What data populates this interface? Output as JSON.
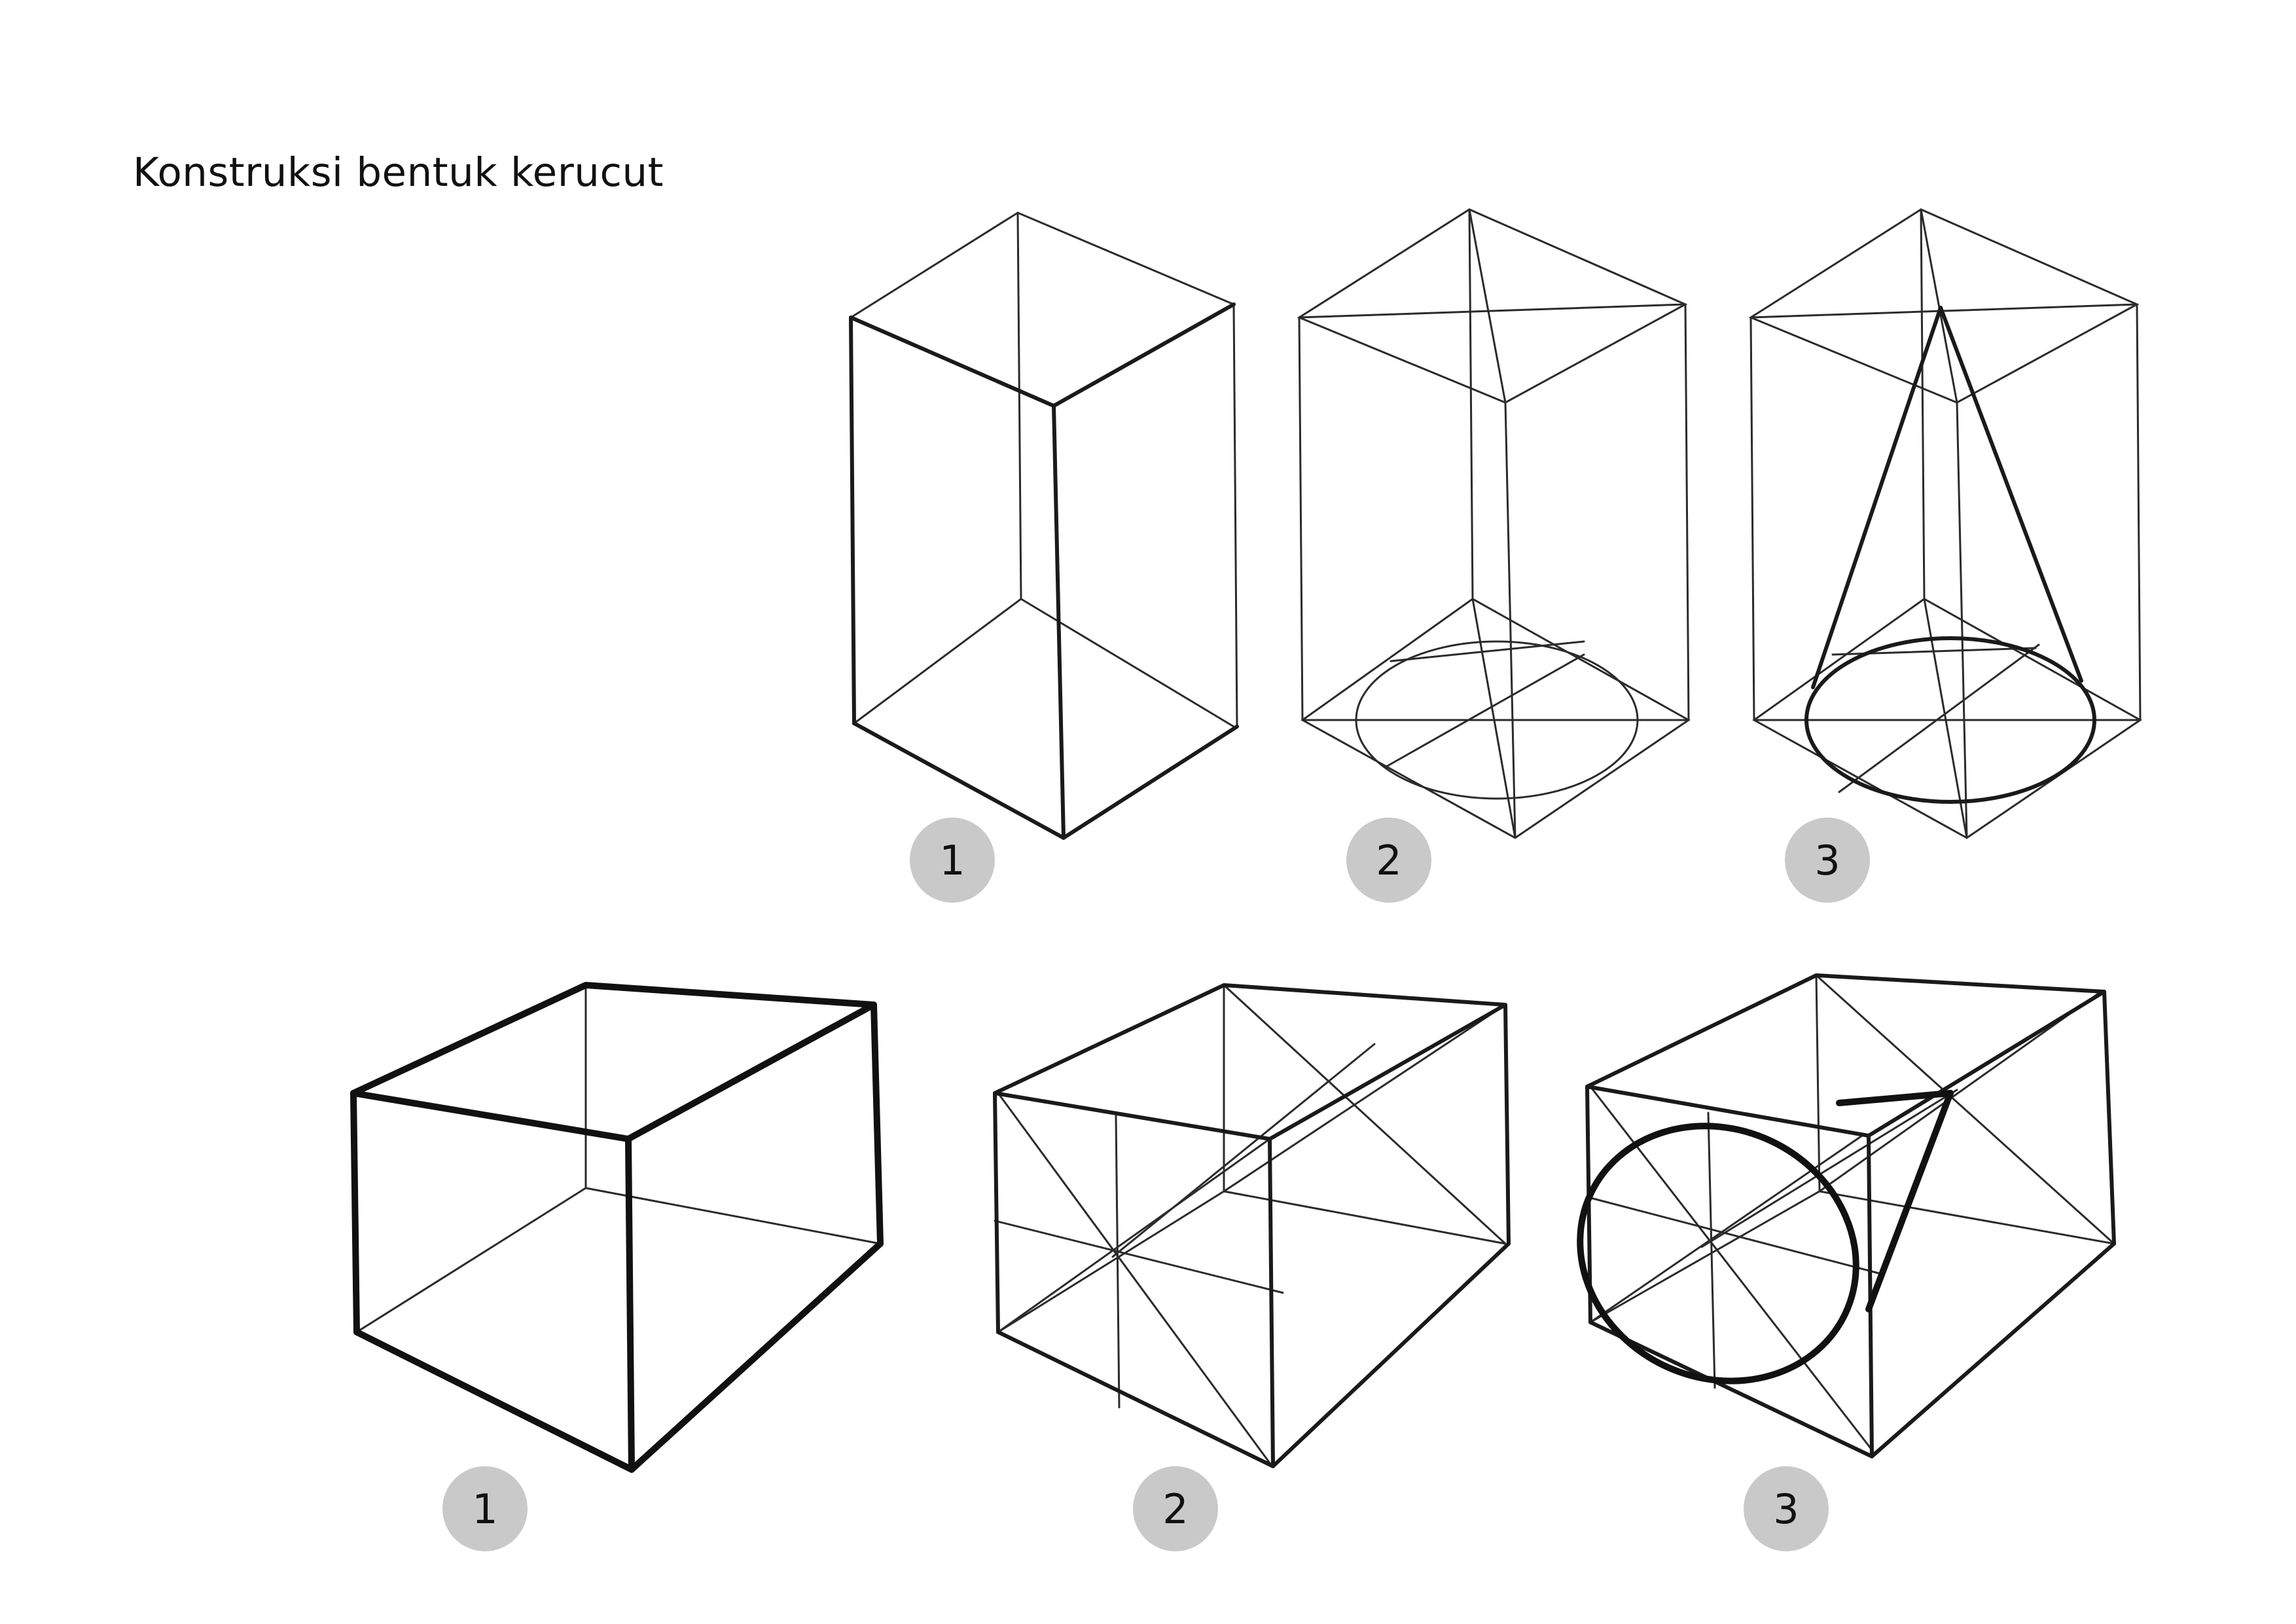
{
  "title": "Konstruksi bentuk kerucut",
  "steps": {
    "top": [
      "1",
      "2",
      "3"
    ],
    "bottom": [
      "1",
      "2",
      "3"
    ]
  },
  "colors": {
    "ink": "#111111",
    "badge": "#c9c9c9",
    "background": "#ffffff"
  }
}
